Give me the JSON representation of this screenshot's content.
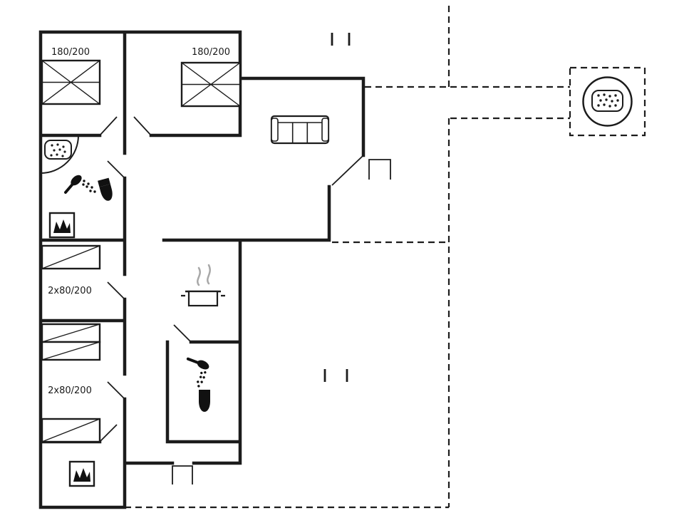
{
  "canvas": {
    "background": "#ffffff",
    "wall_color": "#1c1c1c",
    "steam_color": "#a8a8a8",
    "icon_fill": "#111111"
  },
  "floorplan": {
    "beds": [
      {
        "name": "double-bed-1",
        "label": "180/200"
      },
      {
        "name": "double-bed-2",
        "label": "180/200"
      },
      {
        "name": "twin-beds-1",
        "label": "2x80/200"
      },
      {
        "name": "twin-beds-2",
        "label": "2x80/200"
      }
    ],
    "icons": {
      "corner_bathtub": "corner-bathtub-icon",
      "shower_1": "shower-icon",
      "toilet_1": "toilet-icon",
      "washing_machine_1": "washing-machine-icon",
      "sofa": "sofa-icon",
      "cooking_pot": "cooking-pot-icon",
      "shower_2": "shower-icon",
      "toilet_2": "toilet-icon",
      "washing_machine_2": "washing-machine-icon",
      "hot_tub": "hot-tub-icon"
    }
  }
}
